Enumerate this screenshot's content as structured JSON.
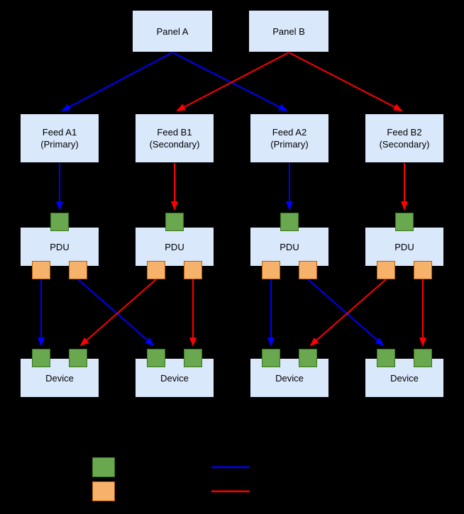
{
  "diagram": {
    "panels": [
      {
        "label": "Panel A"
      },
      {
        "label": "Panel B"
      }
    ],
    "feeds": [
      {
        "name": "Feed A1",
        "role": "(Primary)"
      },
      {
        "name": "Feed B1",
        "role": "(Secondary)"
      },
      {
        "name": "Feed A2",
        "role": "(Primary)"
      },
      {
        "name": "Feed B2",
        "role": "(Secondary)"
      }
    ],
    "pdus": [
      {
        "label": "PDU"
      },
      {
        "label": "PDU"
      },
      {
        "label": "PDU"
      },
      {
        "label": "PDU"
      }
    ],
    "devices": [
      {
        "label": "Device"
      },
      {
        "label": "Device"
      },
      {
        "label": "Device"
      },
      {
        "label": "Device"
      }
    ],
    "colors": {
      "background": "#000000",
      "node_fill": "#dae8fc",
      "node_border": "#000000",
      "primary_line": "#0000ff",
      "secondary_line": "#ff0000",
      "input_port_fill": "#6aa84f",
      "input_port_border": "#38761d",
      "output_port_fill": "#f6b26b",
      "output_port_border": "#b45f06"
    },
    "legend": {
      "swatches": [
        {
          "name": "input-port-swatch",
          "color": "#6aa84f"
        },
        {
          "name": "output-port-swatch",
          "color": "#f6b26b"
        },
        {
          "name": "primary-line-swatch",
          "color": "#0000ff"
        },
        {
          "name": "secondary-line-swatch",
          "color": "#ff0000"
        }
      ]
    }
  }
}
